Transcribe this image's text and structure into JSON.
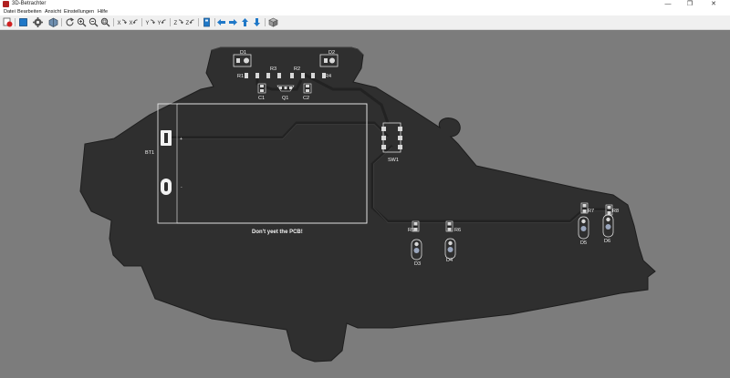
{
  "window": {
    "title": "3D-Betrachter",
    "minimize_glyph": "—",
    "maximize_glyph": "❐",
    "close_glyph": "✕"
  },
  "menu": {
    "items": [
      "Datei",
      "Bearbeiten",
      "Ansicht",
      "Einstellungen",
      "Hilfe"
    ]
  },
  "toolbar": {
    "icons": [
      "export-image-icon",
      "copy-3d-image-icon",
      "settings-icon",
      "raytracing-icon",
      "reload-board-icon",
      "zoom-in-icon",
      "zoom-out-icon",
      "zoom-fit-icon",
      "rotate-x-cw-icon",
      "rotate-x-ccw-icon",
      "rotate-y-cw-icon",
      "rotate-y-ccw-icon",
      "rotate-z-cw-icon",
      "rotate-z-ccw-icon",
      "flip-board-icon",
      "pan-left-icon",
      "pan-right-icon",
      "pan-up-icon",
      "pan-down-icon",
      "toggle-orthographic-icon"
    ],
    "accent_color": "#1f78c8"
  },
  "pcb": {
    "board_color": "#2f2f2f",
    "silkscreen_color": "#f2f2f2",
    "pad_color": "#d8d8d8",
    "background_color": "#7c7c7c",
    "labels": {
      "d1": "D1",
      "d2": "D2",
      "r1": "R1",
      "r2": "R2",
      "r3": "R3",
      "r4": "R4",
      "c1": "C1",
      "c2": "C2",
      "q1": "Q1",
      "bt1": "BT1",
      "plus": "+",
      "minus": "-",
      "sw1": "SW1",
      "r5": "R5",
      "r6": "R6",
      "r7": "R7",
      "r8": "R8",
      "d3": "D3",
      "d4": "D4",
      "d5": "D5",
      "d6": "D6",
      "slogan": "Don't yeet the PCB!"
    }
  }
}
